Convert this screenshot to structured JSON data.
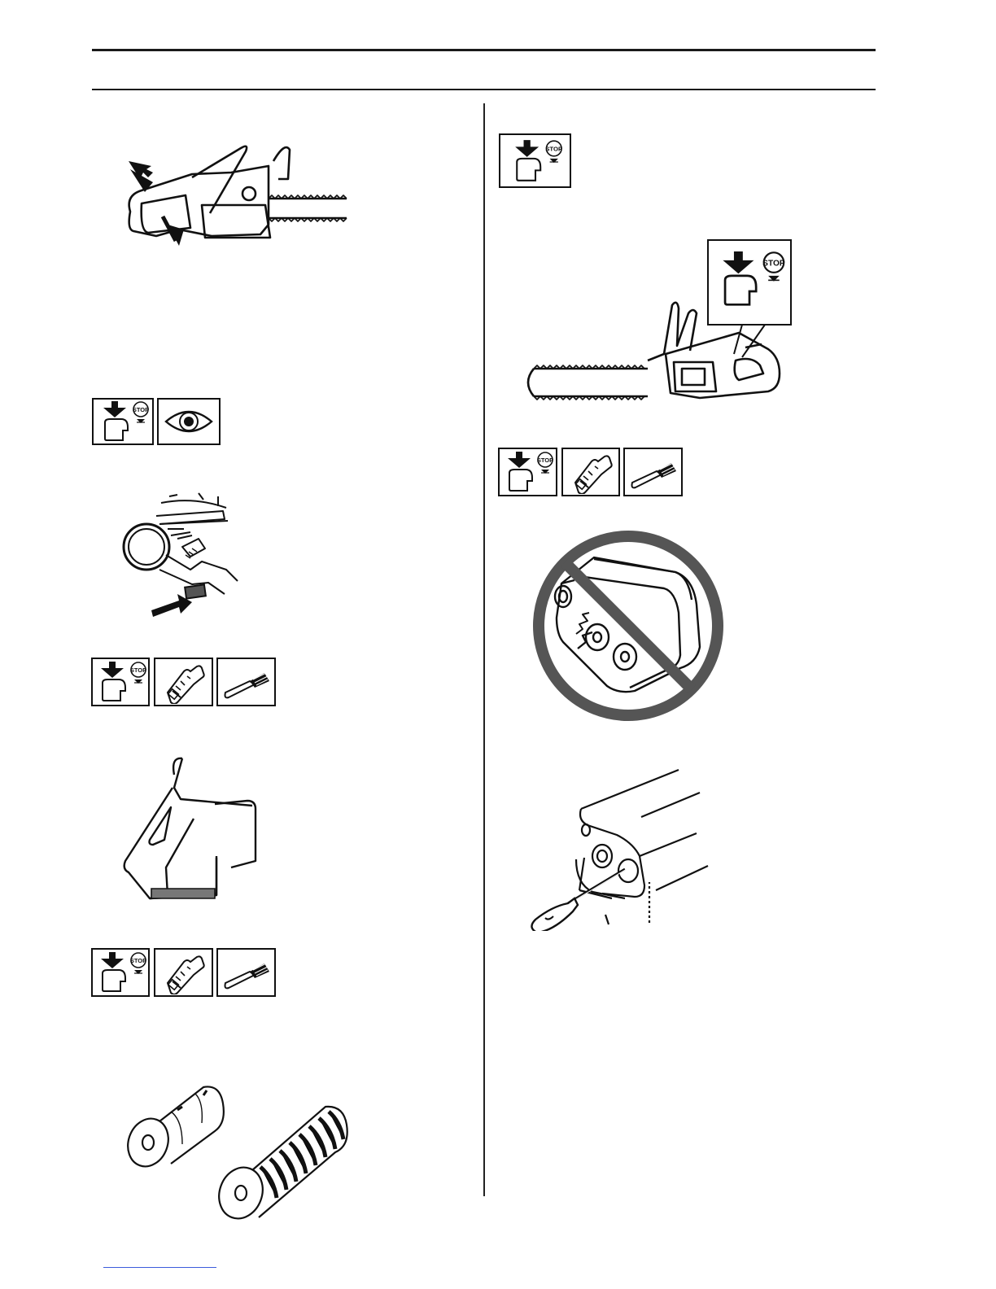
{
  "icons": {
    "stop_label": "STOP",
    "names": [
      "stop-switch-icon",
      "inspect-eye-icon",
      "glove-icon",
      "brush-icon"
    ]
  },
  "figures": [
    "chain-brake-handle-illustration",
    "chain-catcher-illustration",
    "right-hand-guard-illustration",
    "anti-vibration-elements-illustration",
    "stop-switch-chainsaw-illustration",
    "damaged-muffler-prohibited-illustration",
    "muffler-spark-arrestor-illustration"
  ],
  "colors": {
    "ink": "#1a1a1a",
    "link": "#3b5bdb",
    "prohibit": "#555555"
  }
}
